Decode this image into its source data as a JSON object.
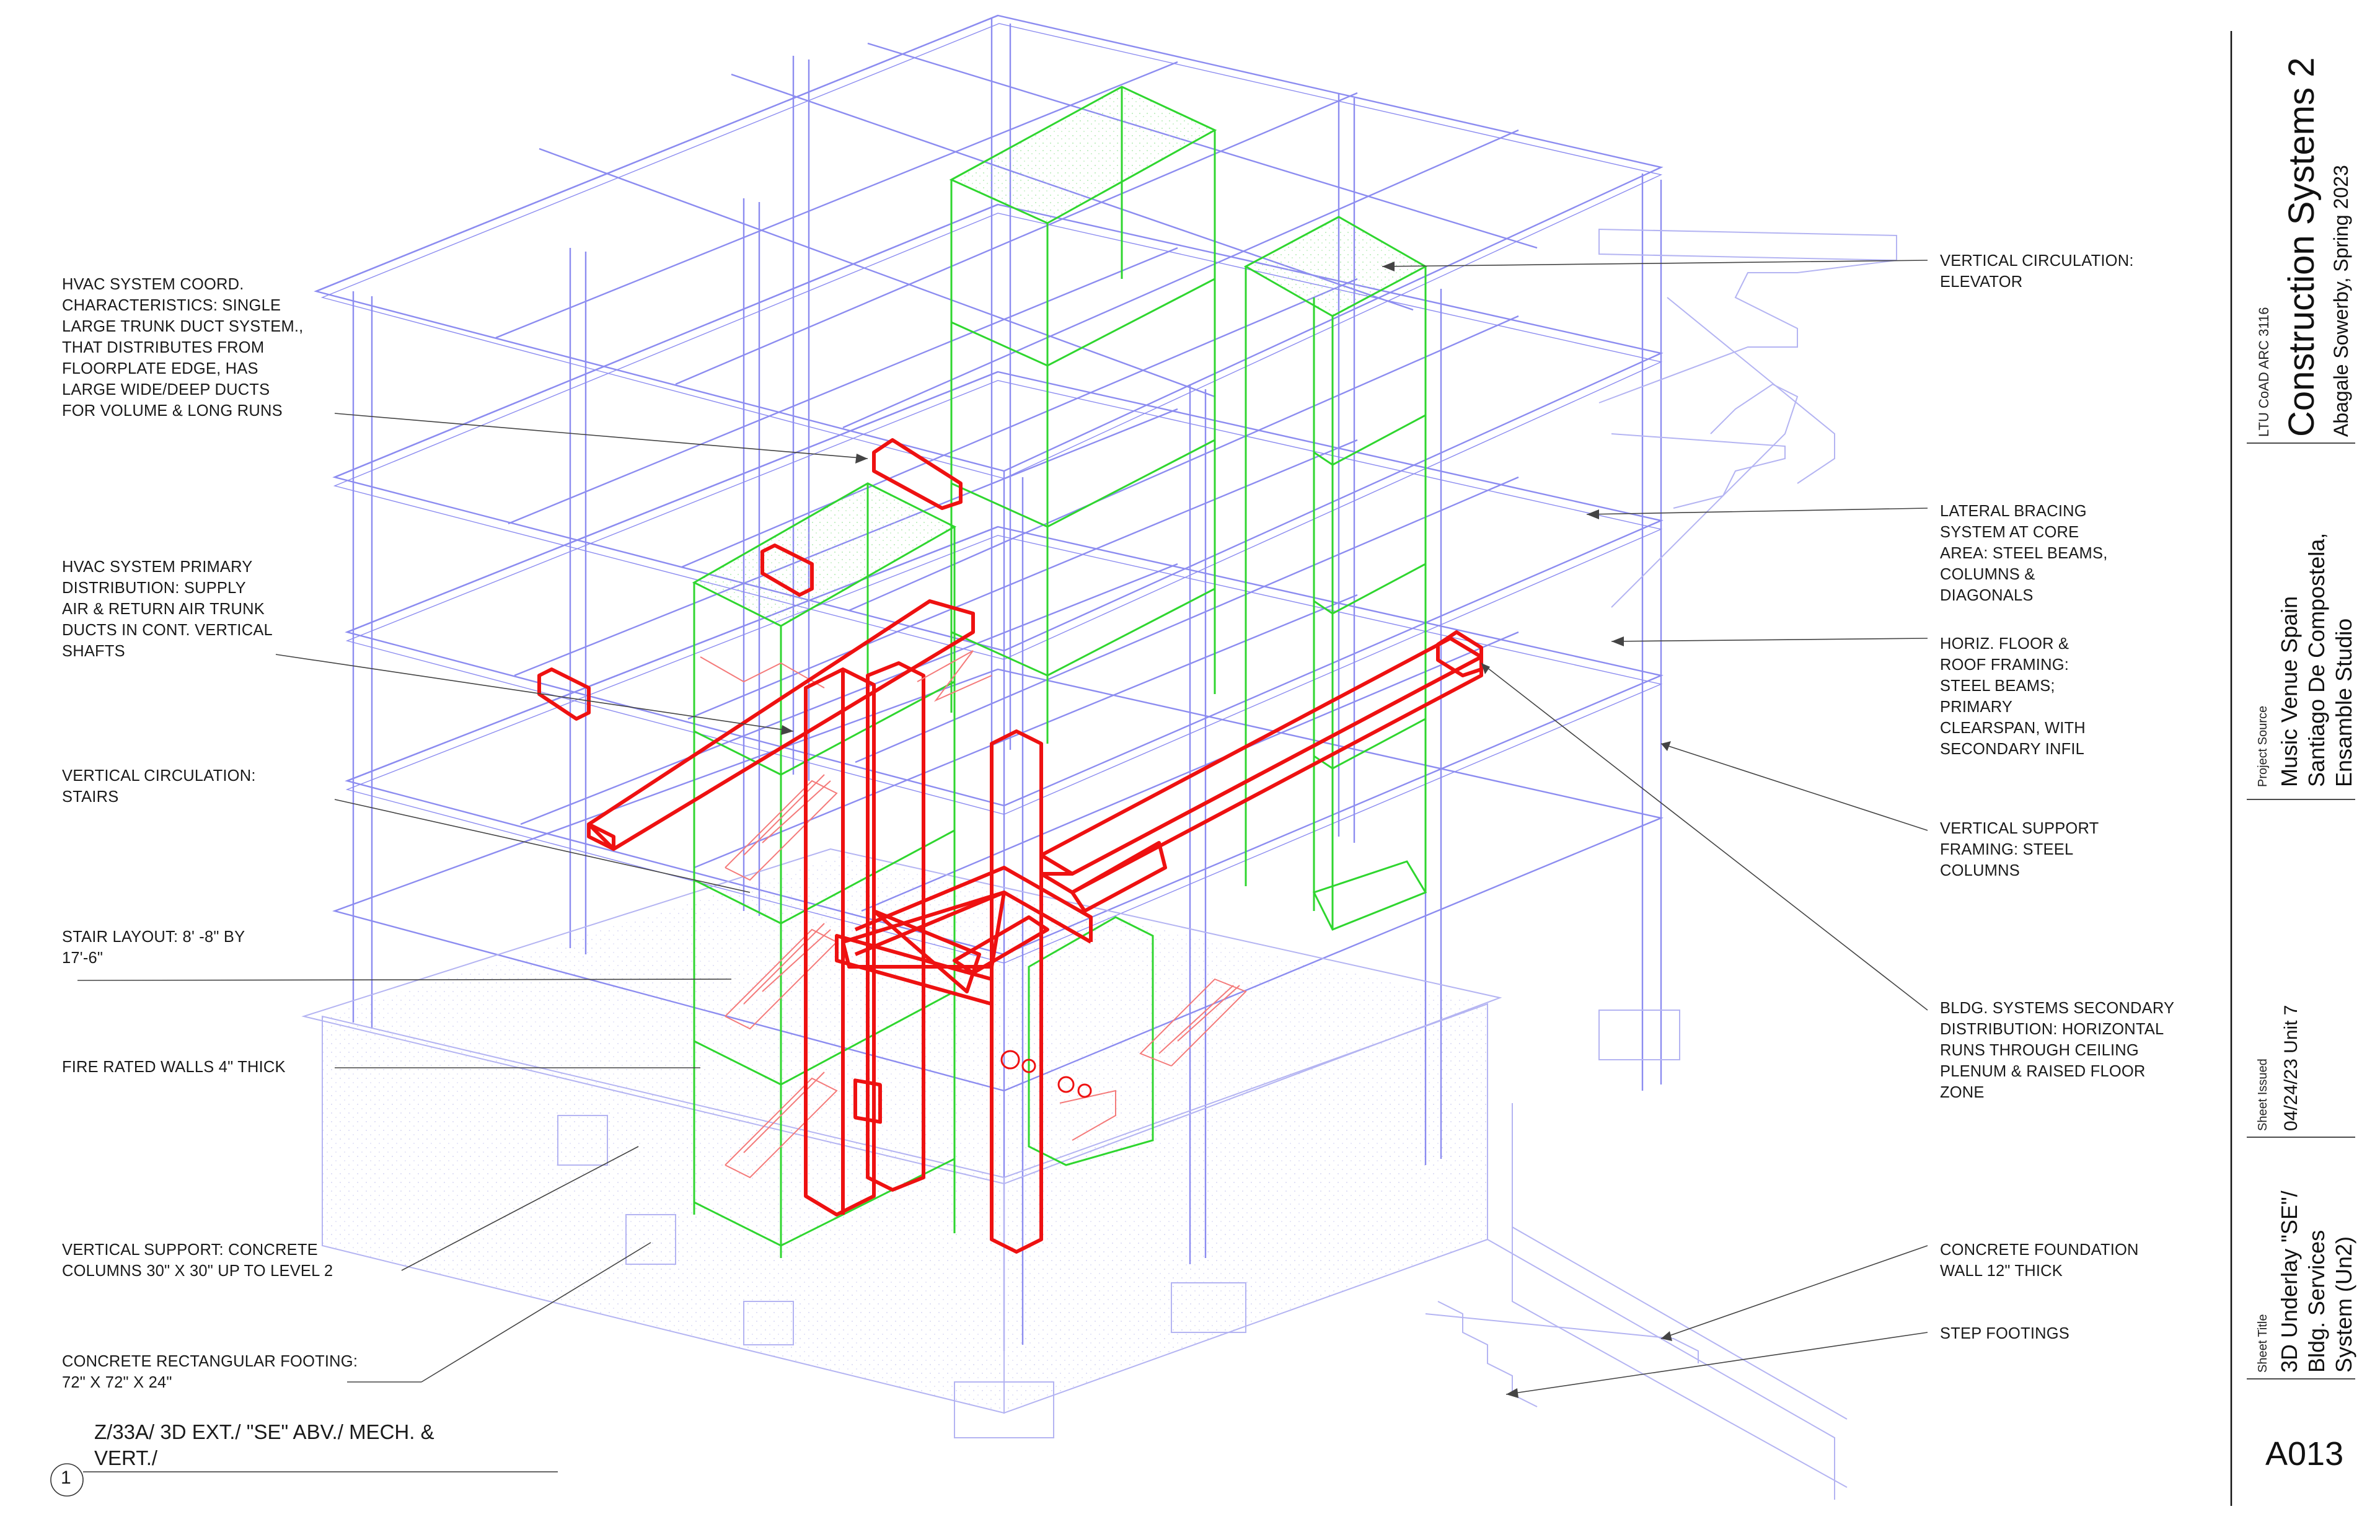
{
  "callouts_left": [
    {
      "id": "hvac-coord",
      "text": "HVAC SYSTEM COORD.\nCHARACTERISTICS: SINGLE\nLARGE TRUNK DUCT SYSTEM.,\nTHAT DISTRIBUTES FROM\nFLOORPLATE EDGE, HAS\nLARGE WIDE/DEEP DUCTS\nFOR VOLUME & LONG RUNS"
    },
    {
      "id": "hvac-primary",
      "text": "HVAC SYSTEM PRIMARY\nDISTRIBUTION: SUPPLY\nAIR & RETURN AIR TRUNK\nDUCTS IN CONT. VERTICAL\nSHAFTS"
    },
    {
      "id": "stairs",
      "text": "VERTICAL CIRCULATION:\nSTAIRS"
    },
    {
      "id": "stair-layout",
      "text": "STAIR LAYOUT: 8'    -8\" BY\n17'-6\""
    },
    {
      "id": "fire-walls",
      "text": "FIRE RATED WALLS 4\" THICK"
    },
    {
      "id": "concrete-columns",
      "text": "VERTICAL SUPPORT: CONCRETE\nCOLUMNS 30\" X 30\" UP TO LEVEL 2"
    },
    {
      "id": "footing",
      "text": "CONCRETE RECTANGULAR FOOTING:\n72\" X 72\" X 24\""
    }
  ],
  "callouts_right": [
    {
      "id": "elevator",
      "text": "VERTICAL CIRCULATION:\nELEVATOR"
    },
    {
      "id": "lateral-bracing",
      "text": "LATERAL BRACING\nSYSTEM AT CORE\nAREA: STEEL BEAMS,\nCOLUMNS &\nDIAGONALS"
    },
    {
      "id": "floor-framing",
      "text": "HORIZ. FLOOR &\nROOF FRAMING:\nSTEEL BEAMS;\nPRIMARY\nCLEARSPAN, WITH\nSECONDARY INFIL"
    },
    {
      "id": "steel-columns",
      "text": "VERTICAL SUPPORT\nFRAMING: STEEL\nCOLUMNS"
    },
    {
      "id": "secondary-dist",
      "text": "BLDG. SYSTEMS SECONDARY\nDISTRIBUTION: HORIZONTAL\nRUNS THROUGH CEILING\nPLENUM & RAISED FLOOR\nZONE"
    },
    {
      "id": "foundation-wall",
      "text": "CONCRETE FOUNDATION\nWALL 12\" THICK"
    },
    {
      "id": "step-footings",
      "text": "STEP FOOTINGS"
    }
  ],
  "view": {
    "number": "1",
    "title": "Z/33A/ 3D EXT./ \"SE\" ABV./ MECH. &\nVERT./"
  },
  "title_block": {
    "course": "LTU CoAD ARC 3116",
    "project_title": "Construction Systems 2",
    "author": "Abagale Sowerby, Spring 2023",
    "project_source_label": "Project Source",
    "project_source_lines": [
      "Music Venue Spain",
      "Santiago De Compostela,",
      "Ensamble Studio"
    ],
    "sheet_issued_label": "Sheet Issued",
    "sheet_issued_value": "04/24/23 Unit 7",
    "sheet_title_label": "Sheet Title",
    "sheet_title_lines": [
      "3D Underlay \"SE\"/",
      "Bldg. Services",
      "System (Un2)"
    ],
    "sheet_number": "A013"
  },
  "colors": {
    "structure": "#8c8cf0",
    "foundation": "#b4b4f2",
    "core": "#2fd62f",
    "services": "#ee1111",
    "services_light": "#f47a7a",
    "leader": "#444444"
  }
}
